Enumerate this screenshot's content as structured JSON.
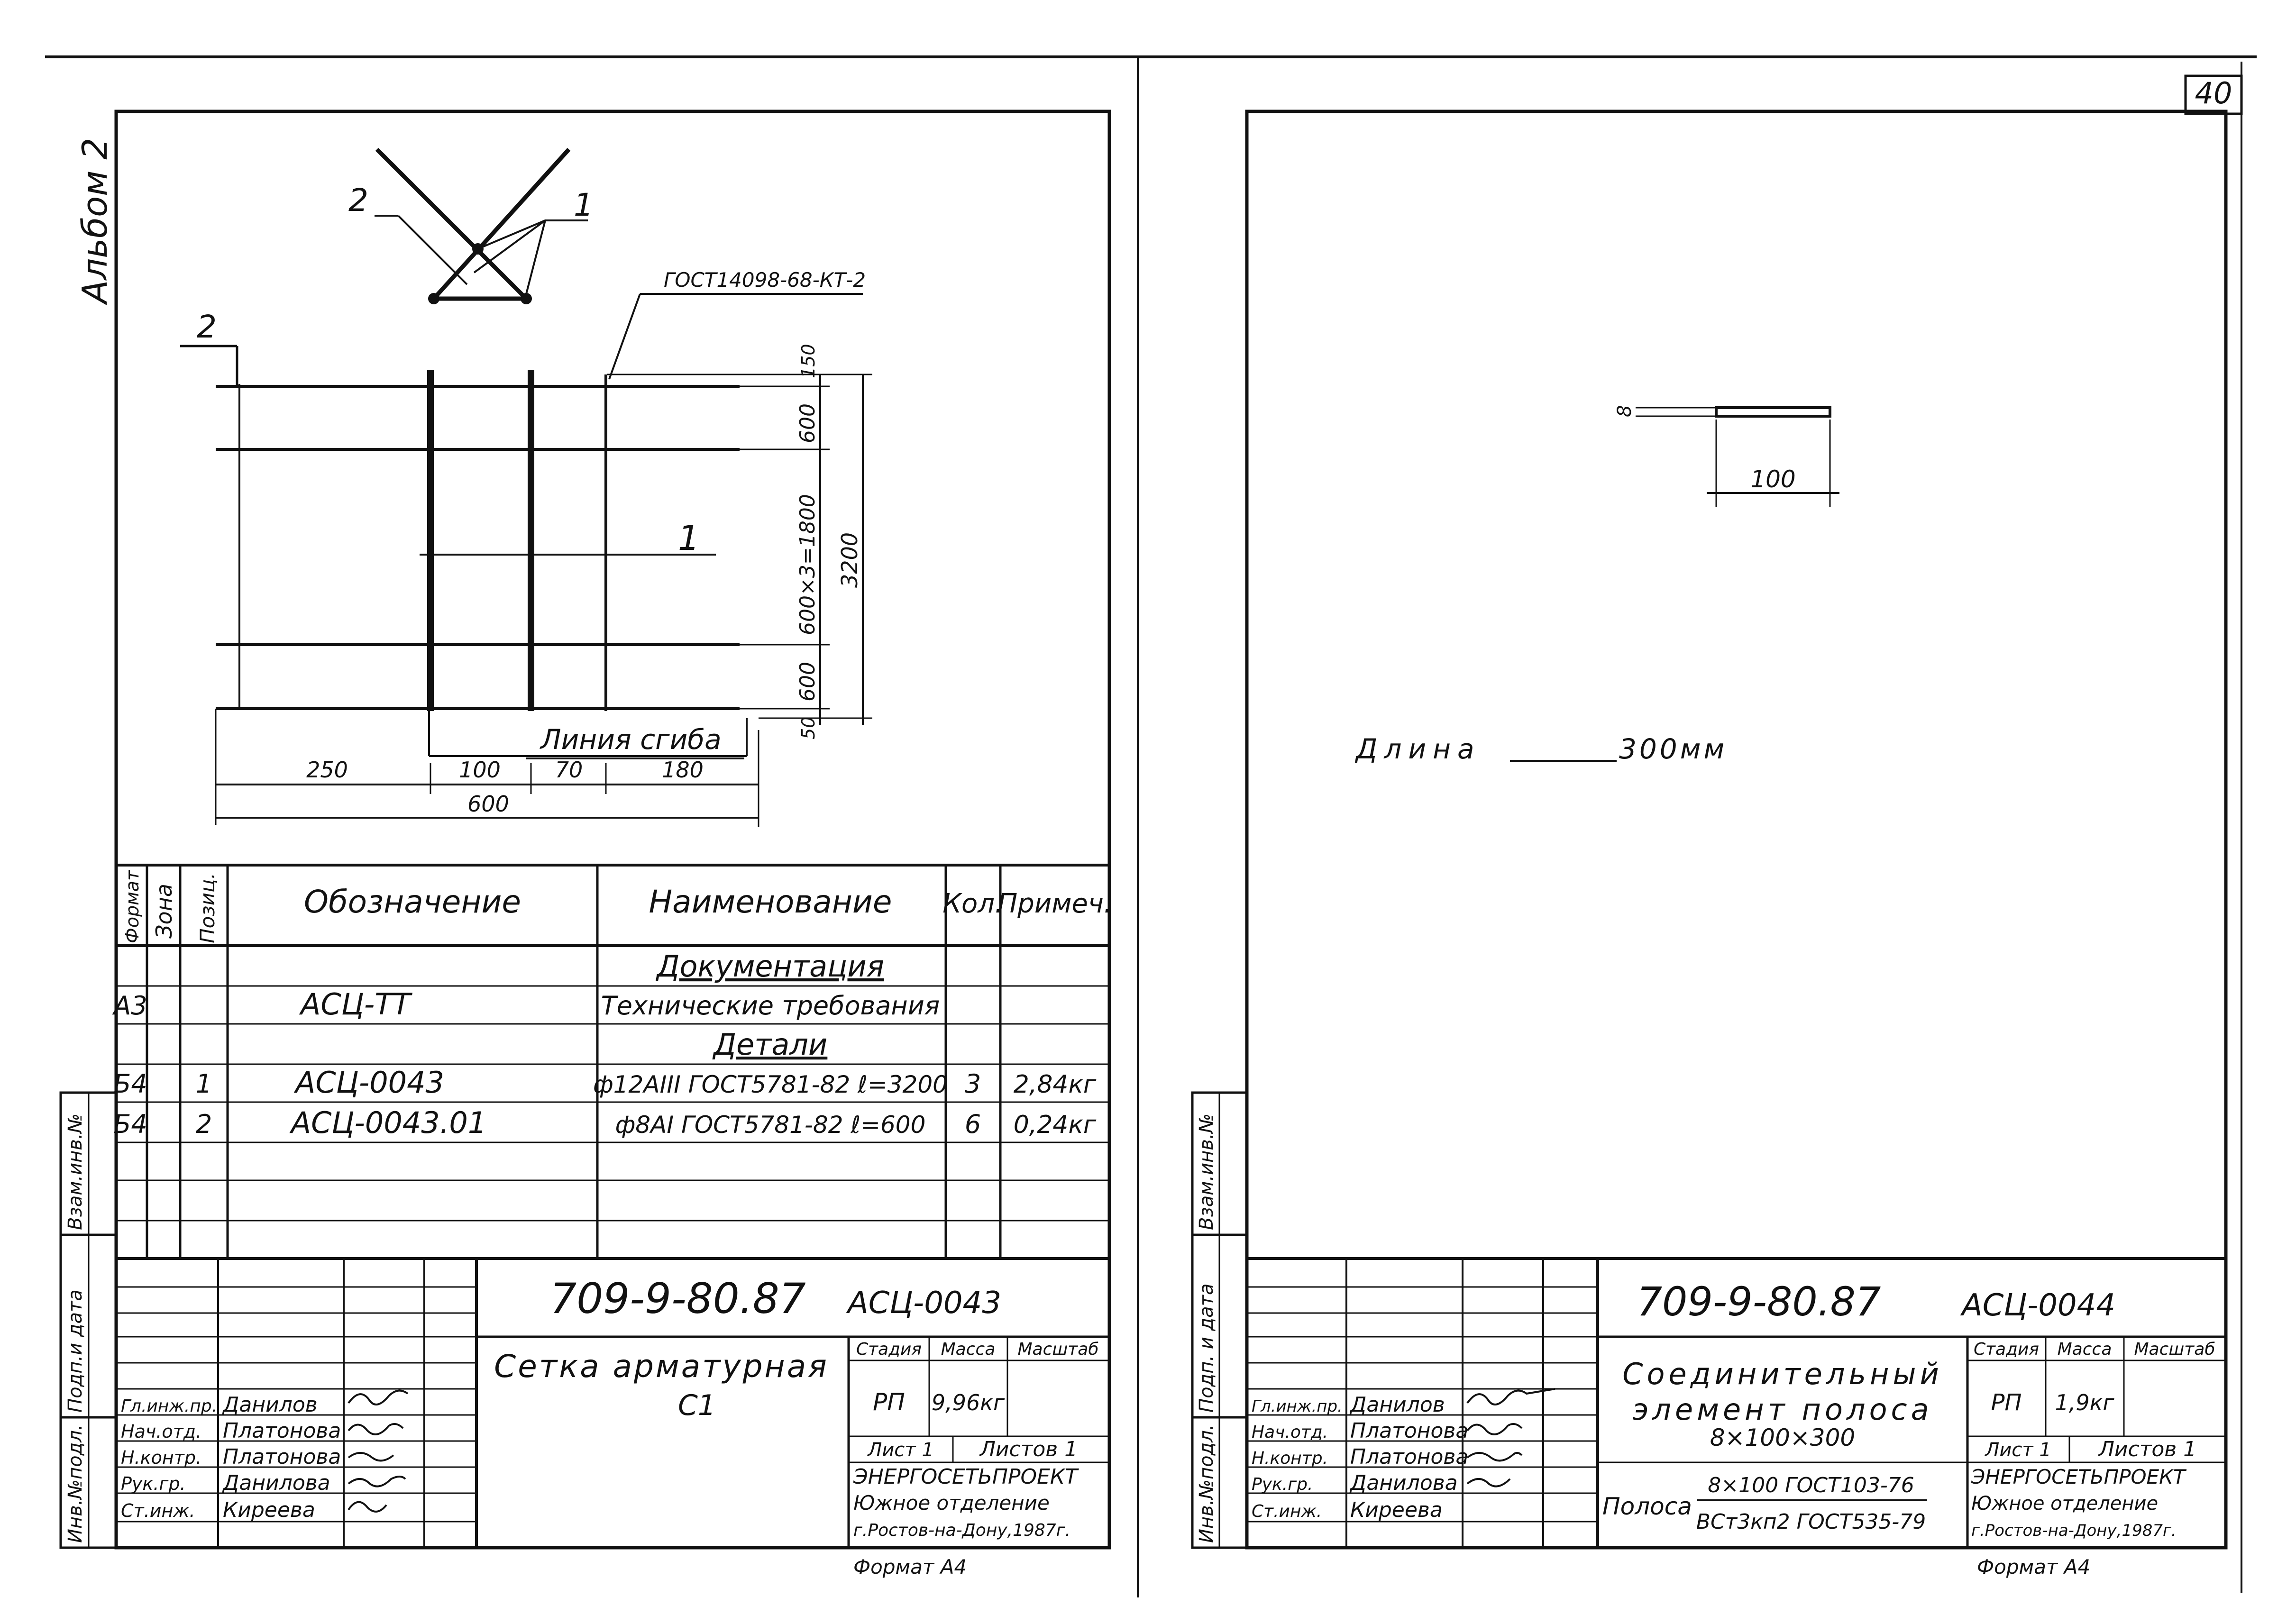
{
  "page_number": "40",
  "left_sheet": {
    "album_label": "Альбом 2",
    "side_labels": {
      "inv_podl": "Инв.№подл.",
      "podp_data": "Подп.и дата",
      "vzam_inv": "Взам.инв.№"
    },
    "drawing": {
      "gost_note": "ГОСТ14098-68-КТ-2",
      "pos1": "1",
      "pos2": "2",
      "bend_line_label": "Линия сгиба",
      "dims_horizontal": [
        "250",
        "100",
        "70",
        "180"
      ],
      "dim_total_width": "600",
      "dims_vertical": [
        "150",
        "600",
        "600×3=1800",
        "600",
        "50"
      ],
      "dim_total_height": "3200"
    },
    "spec": {
      "headers": {
        "format": "Формат",
        "zone": "Зона",
        "pos": "Позиц.",
        "designation": "Обозначение",
        "name": "Наименование",
        "qty": "Кол.",
        "note": "Примеч."
      },
      "rows": [
        {
          "format": "",
          "pos": "",
          "designation": "",
          "name": "Документация",
          "qty": "",
          "note": ""
        },
        {
          "format": "А3",
          "pos": "",
          "designation": "АСЦ-ТТ",
          "name": "Технические требования",
          "qty": "",
          "note": ""
        },
        {
          "format": "",
          "pos": "",
          "designation": "",
          "name": "Детали",
          "qty": "",
          "note": ""
        },
        {
          "format": "Б4",
          "pos": "1",
          "designation": "АСЦ-0043",
          "name": "ф12АIII ГОСТ5781-82 ℓ=3200",
          "qty": "3",
          "note": "2,84кг"
        },
        {
          "format": "Б4",
          "pos": "2",
          "designation": "АСЦ-0043.01",
          "name": "ф8АI ГОСТ5781-82 ℓ=600",
          "qty": "6",
          "note": "0,24кг"
        }
      ]
    },
    "title_block": {
      "project_number": "709-9-80.87",
      "doc_code": "АСЦ-0043",
      "title_line1": "Сетка арматурная",
      "title_line2": "С1",
      "stage_label": "Стадия",
      "mass_label": "Масса",
      "scale_label": "Масштаб",
      "stage": "РП",
      "mass": "9,96кг",
      "sheet": "Лист 1",
      "sheets": "Листов 1",
      "org_name": "ЭНЕРГОСЕТЬПРОЕКТ",
      "org_dept": "Южное отделение",
      "org_city": "г.Ростов-на-Дону,1987г.",
      "signers": [
        {
          "role": "Гл.инж.пр.",
          "name": "Данилов"
        },
        {
          "role": "Нач.отд.",
          "name": "Платонова"
        },
        {
          "role": "Н.контр.",
          "name": "Платонова"
        },
        {
          "role": "Рук.гр.",
          "name": "Данилова"
        },
        {
          "role": "Ст.инж.",
          "name": "Киреева"
        }
      ]
    },
    "format_label": "Формат А4"
  },
  "right_sheet": {
    "side_labels": {
      "inv_podl": "Инв.№подл.",
      "podp_data": "Подп. и дата",
      "vzam_inv": "Взам.инв.№"
    },
    "drawing": {
      "dim_thickness": "8",
      "dim_width": "100",
      "length_label": "Длина",
      "length_value": "300мм"
    },
    "title_block": {
      "project_number": "709-9-80.87",
      "doc_code": "АСЦ-0044",
      "title_line1": "Соединительный",
      "title_line2": "элемент полоса",
      "title_line3": "8×100×300",
      "stage_label": "Стадия",
      "mass_label": "Масса",
      "scale_label": "Масштаб",
      "stage": "РП",
      "mass": "1,9кг",
      "sheet": "Лист 1",
      "sheets": "Листов 1",
      "material_label": "Полоса",
      "material_top": "8×100 ГОСТ103-76",
      "material_bottom": "ВСт3кп2 ГОСТ535-79",
      "org_name": "ЭНЕРГОСЕТЬПРОЕКТ",
      "org_dept": "Южное отделение",
      "org_city": "г.Ростов-на-Дону,1987г.",
      "signers": [
        {
          "role": "Гл.инж.пр.",
          "name": "Данилов"
        },
        {
          "role": "Нач.отд.",
          "name": "Платонова"
        },
        {
          "role": "Н.контр.",
          "name": "Платонова"
        },
        {
          "role": "Рук.гр.",
          "name": "Данилова"
        },
        {
          "role": "Ст.инж.",
          "name": "Киреева"
        }
      ]
    },
    "format_label": "Формат А4"
  }
}
